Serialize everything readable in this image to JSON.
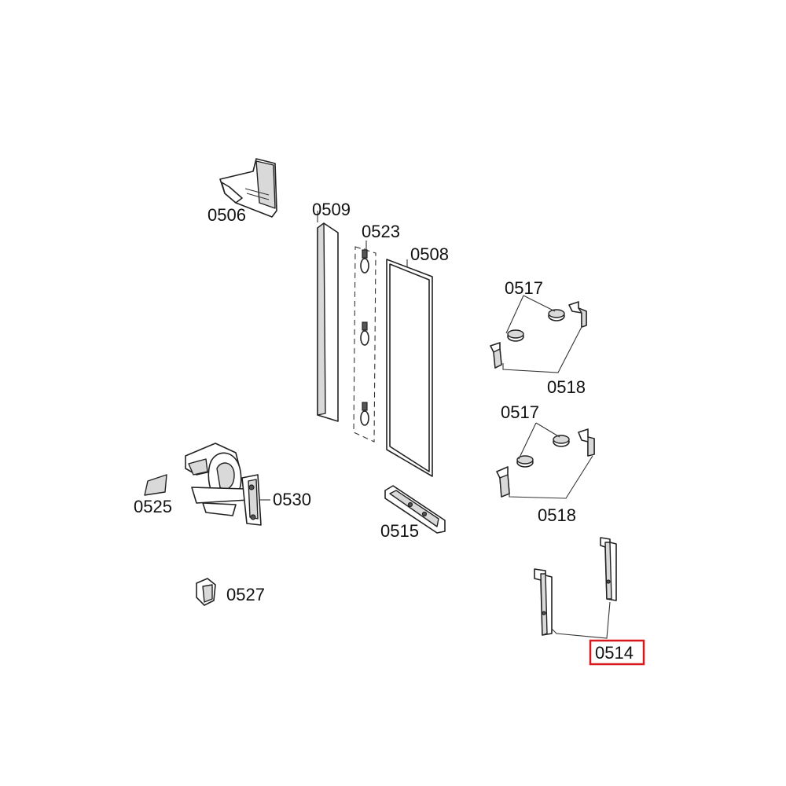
{
  "diagram": {
    "highlight_color": "#d7191c",
    "highlighted_part": "0514",
    "parts": [
      {
        "id": "0506",
        "label": "0506"
      },
      {
        "id": "0509",
        "label": "0509"
      },
      {
        "id": "0523",
        "label": "0523"
      },
      {
        "id": "0508",
        "label": "0508"
      },
      {
        "id": "0517a",
        "label": "0517"
      },
      {
        "id": "0518a",
        "label": "0518"
      },
      {
        "id": "0517b",
        "label": "0517"
      },
      {
        "id": "0518b",
        "label": "0518"
      },
      {
        "id": "0525",
        "label": "0525"
      },
      {
        "id": "0530",
        "label": "0530"
      },
      {
        "id": "0515",
        "label": "0515"
      },
      {
        "id": "0527",
        "label": "0527"
      },
      {
        "id": "0514",
        "label": "0514"
      }
    ]
  }
}
